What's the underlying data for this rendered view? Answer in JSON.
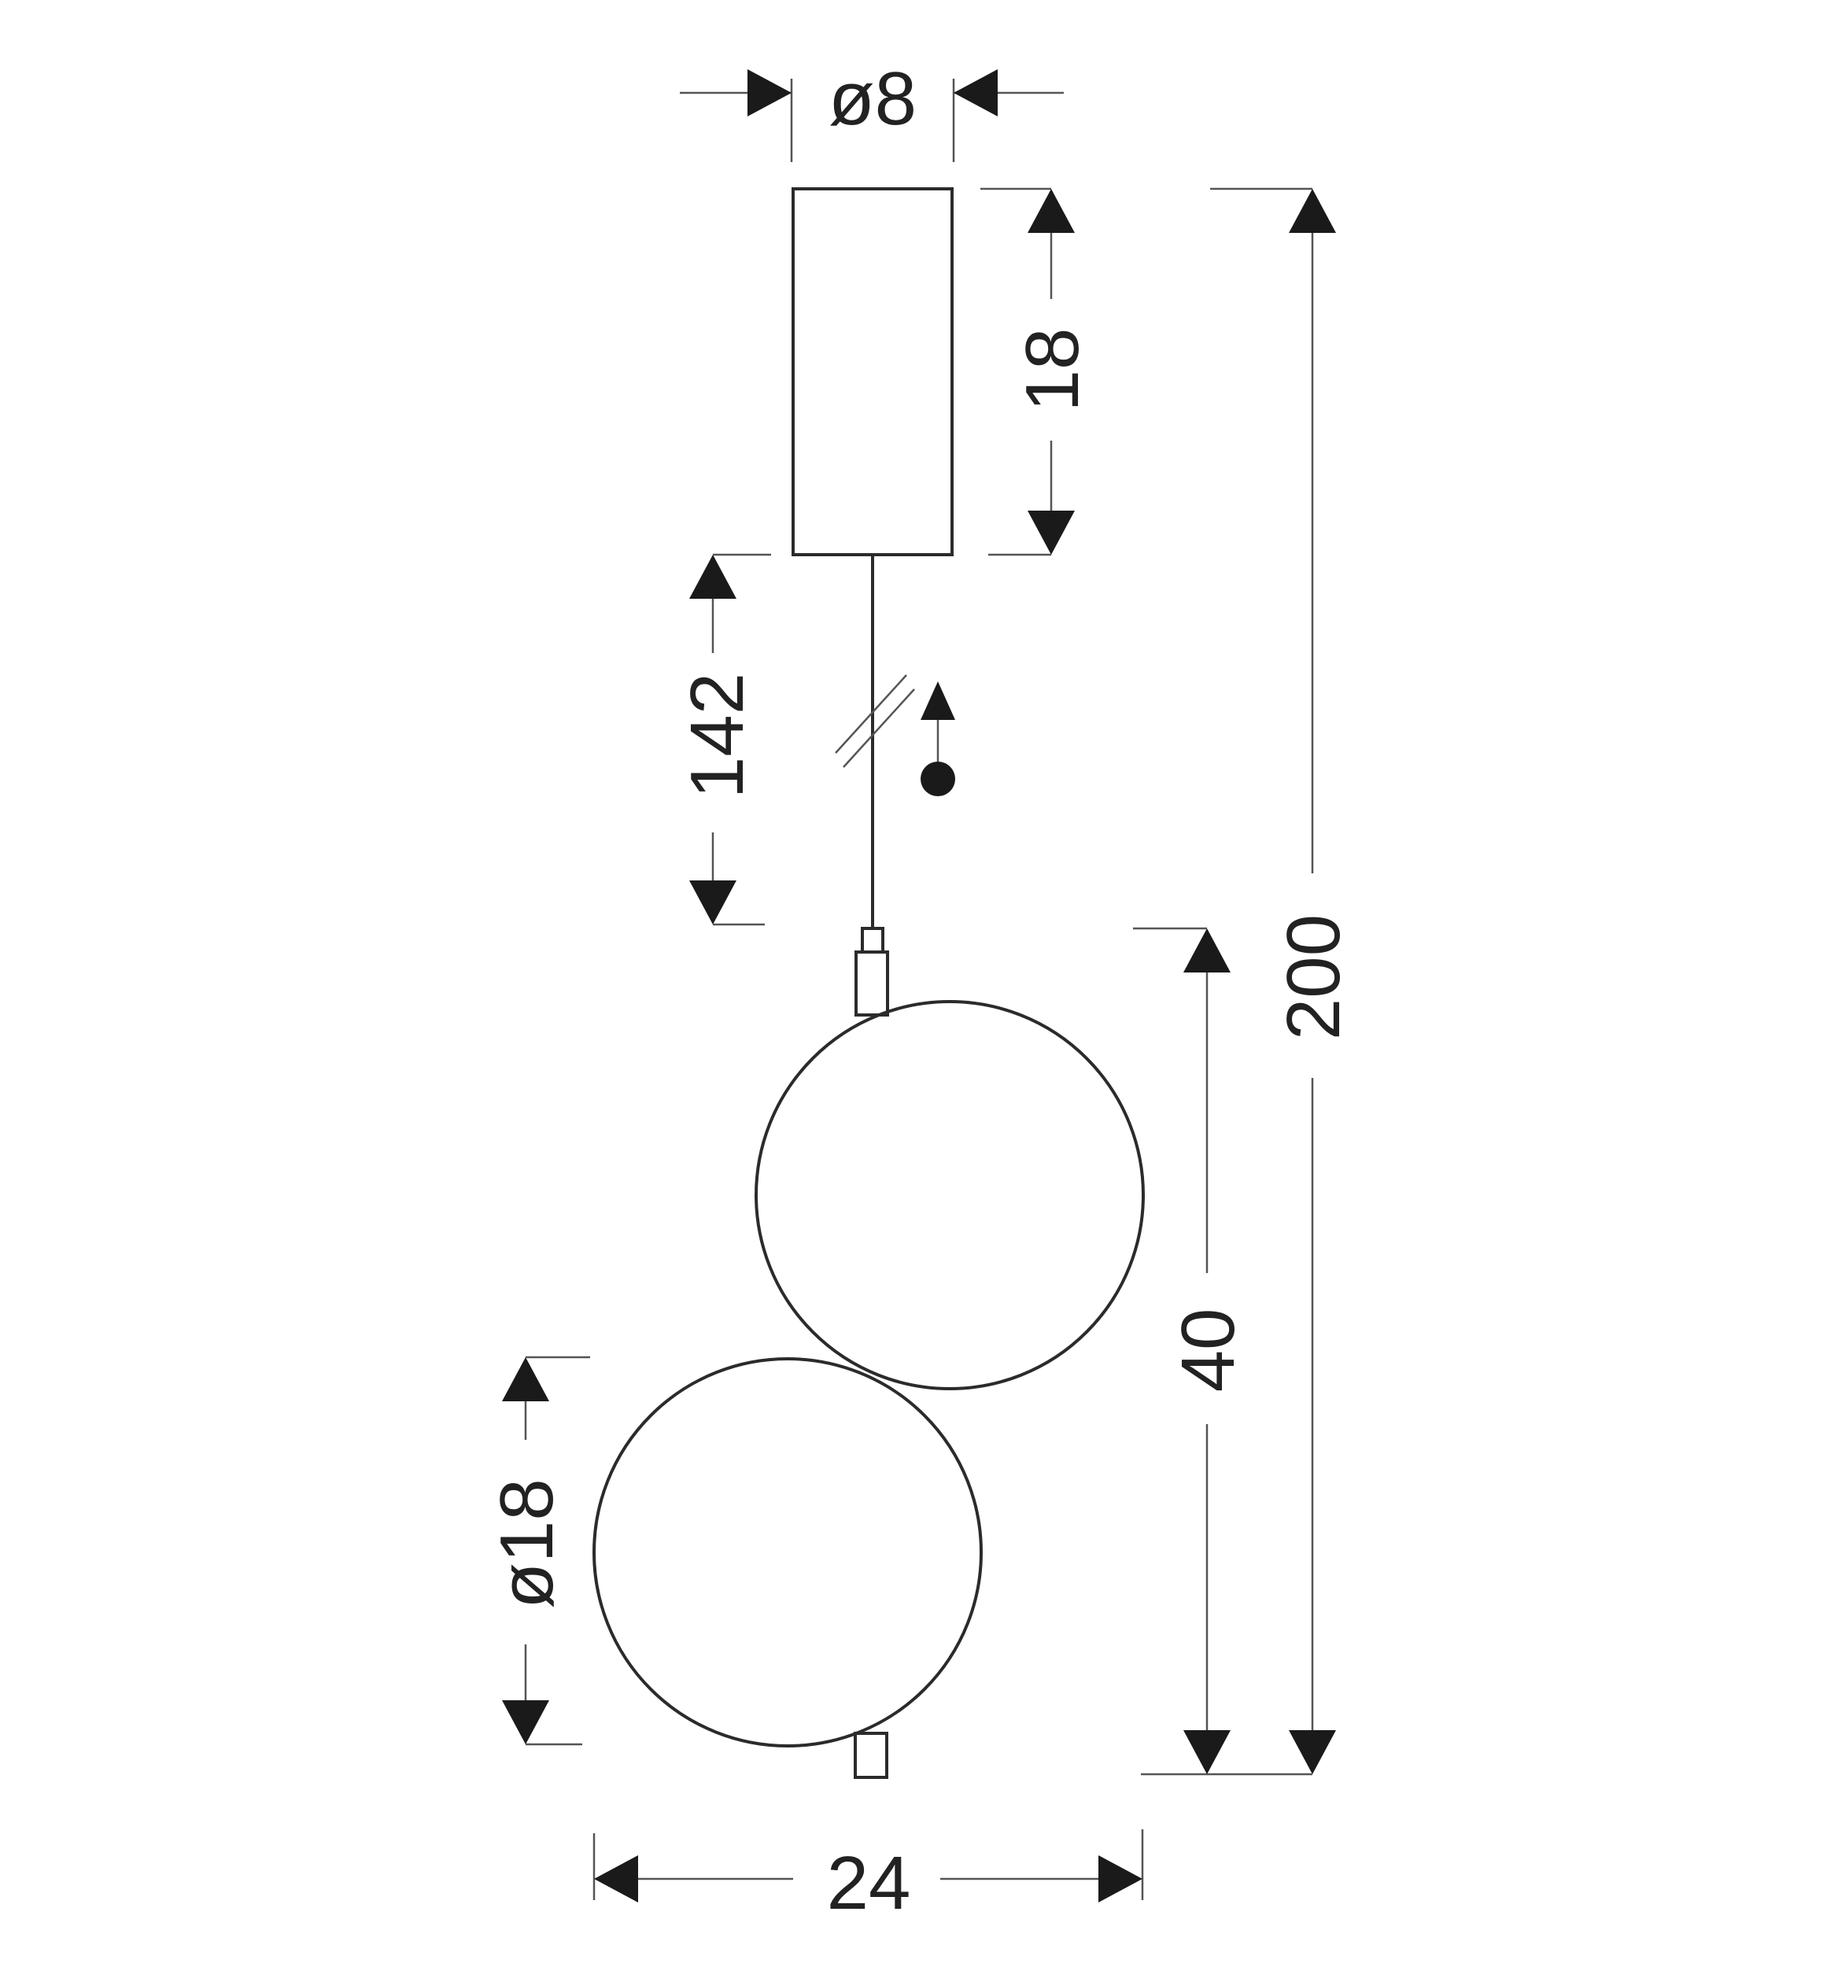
{
  "drawing": {
    "canopy_diameter": "ø8",
    "canopy_height": "18",
    "cable_length": "142",
    "total_height": "200",
    "globes_height": "40",
    "globe_diameter": "ø18",
    "overall_width": "24"
  },
  "colors": {
    "line": "#2b2b2b",
    "dimension": "#555555",
    "arrow": "#1a1a1a",
    "background": "#ffffff"
  }
}
